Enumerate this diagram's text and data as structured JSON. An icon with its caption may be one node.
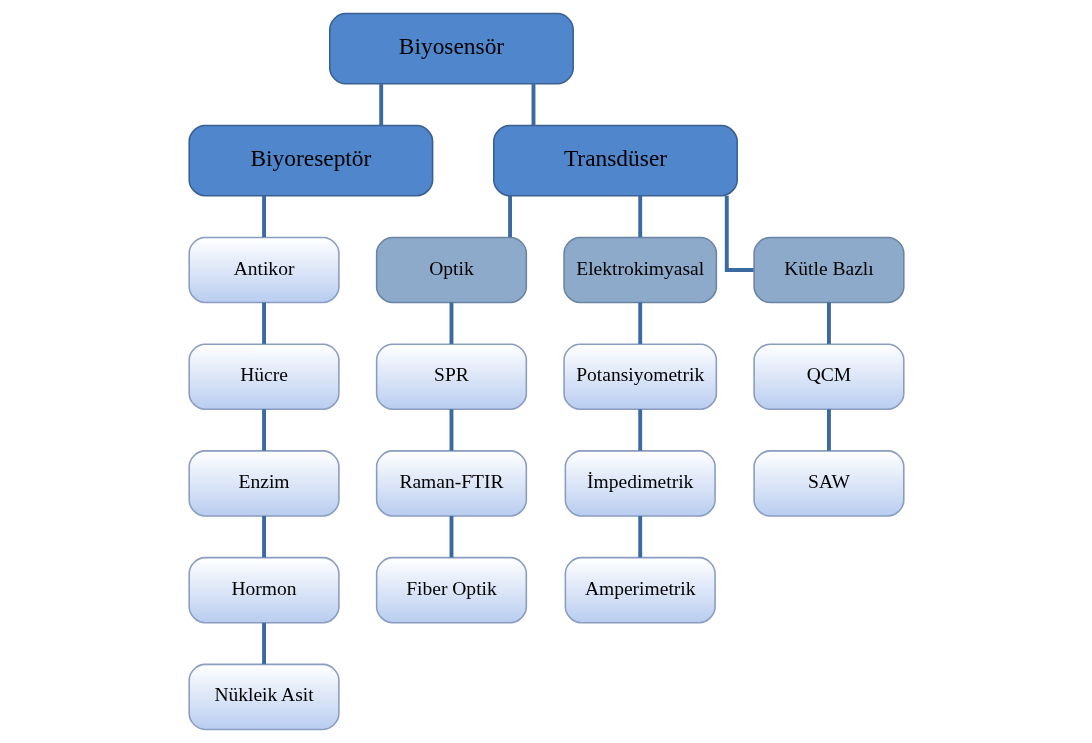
{
  "diagram": {
    "nodes": [
      {
        "text": [
          "Biyosensör"
        ]
      },
      {
        "text": [
          "Biyoreseptör"
        ]
      },
      {
        "text": [
          "Transdüser"
        ]
      },
      {
        "text": [
          "Antikor"
        ]
      },
      {
        "text": [
          "Hücre"
        ]
      },
      {
        "text": [
          "Enzim"
        ]
      },
      {
        "text": [
          "Hormon"
        ]
      },
      {
        "text": [
          "Nükleik Asit"
        ]
      },
      {
        "text": [
          "Optik"
        ]
      },
      {
        "text": [
          "Elektrokimyasal"
        ]
      },
      {
        "text": [
          "Kütle Bazlı"
        ]
      },
      {
        "text": [
          "SPR"
        ]
      },
      {
        "text": [
          "Raman-FTIR"
        ]
      },
      {
        "text": [
          "Fiber Optik"
        ]
      },
      {
        "text": [
          "Potansiyometrik"
        ]
      },
      {
        "text": [
          "İmpedimetrik"
        ]
      },
      {
        "text": [
          "Amperimetrik"
        ]
      },
      {
        "text": [
          "QCM"
        ]
      },
      {
        "text": [
          "SAW"
        ]
      }
    ],
    "edges": [
      {
        "from": 0,
        "to": 1,
        "arrow": "none"
      },
      {
        "from": 0,
        "to": 2,
        "arrow": "none"
      },
      {
        "from": 1,
        "to": 3,
        "arrow": "none"
      },
      {
        "from": 3,
        "to": 4,
        "arrow": "none"
      },
      {
        "from": 4,
        "to": 5,
        "arrow": "none"
      },
      {
        "from": 5,
        "to": 6,
        "arrow": "none"
      },
      {
        "from": 6,
        "to": 7,
        "arrow": "none"
      },
      {
        "from": 2,
        "to": 8,
        "arrow": "none"
      },
      {
        "from": 2,
        "to": 9,
        "arrow": "none"
      },
      {
        "from": 2,
        "to": 10,
        "arrow": "none"
      },
      {
        "from": 8,
        "to": 11,
        "arrow": "none"
      },
      {
        "from": 11,
        "to": 12,
        "arrow": "none"
      },
      {
        "from": 12,
        "to": 13,
        "arrow": "none"
      },
      {
        "from": 9,
        "to": 14,
        "arrow": "none"
      },
      {
        "from": 14,
        "to": 15,
        "arrow": "none"
      },
      {
        "from": 15,
        "to": 16,
        "arrow": "none"
      },
      {
        "from": 10,
        "to": 17,
        "arrow": "none"
      },
      {
        "from": 17,
        "to": 18,
        "arrow": "none"
      }
    ]
  }
}
